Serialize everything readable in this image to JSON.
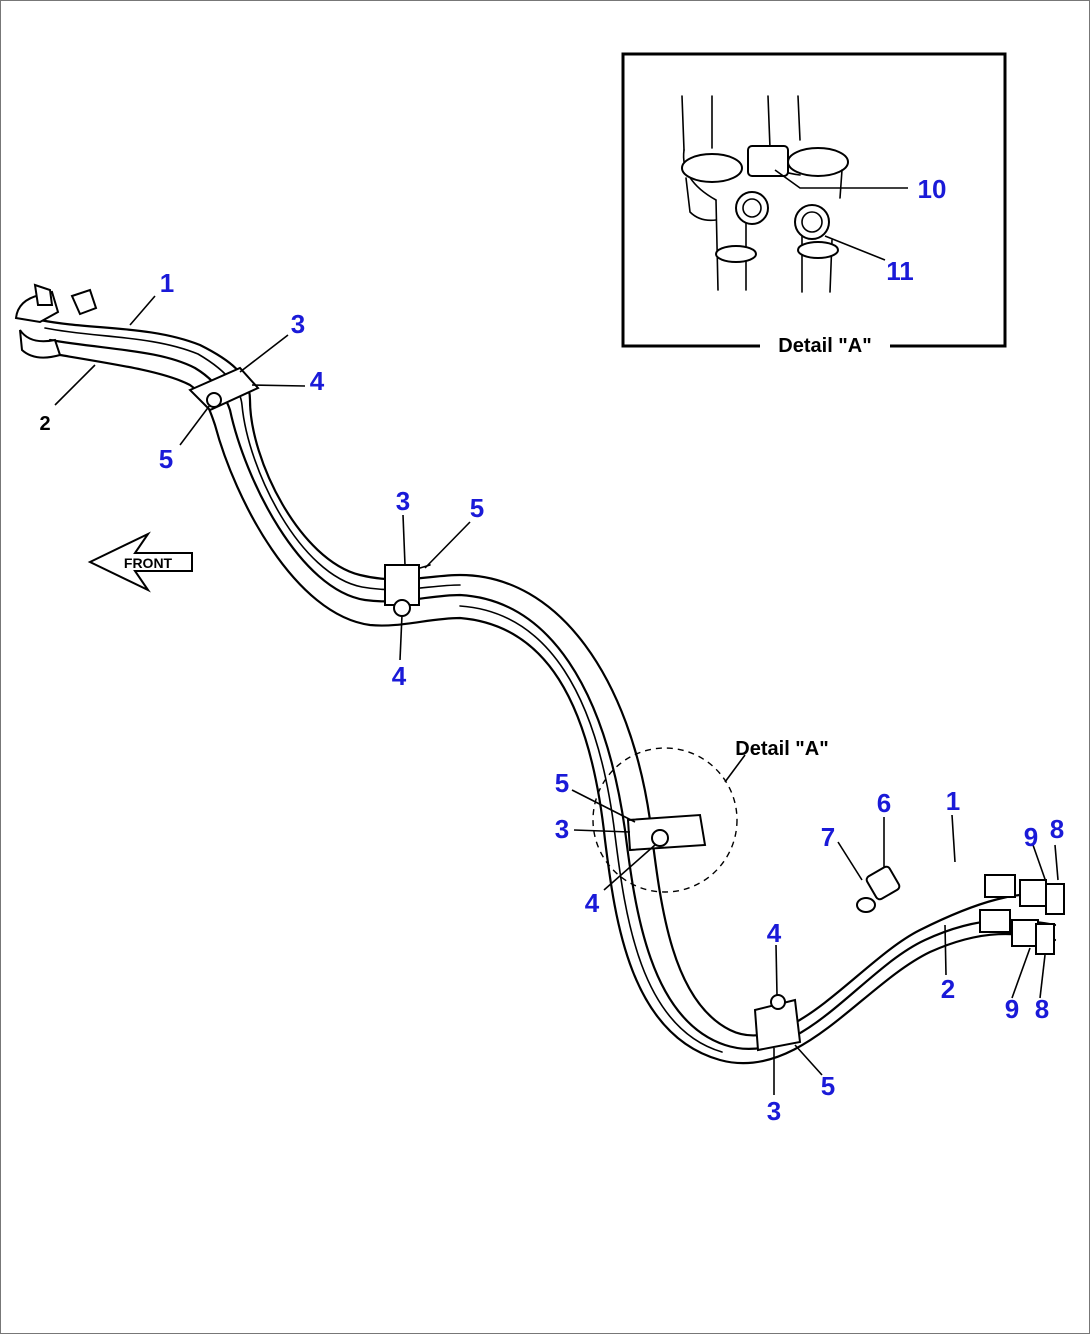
{
  "colors": {
    "callout": "#1a1ad8",
    "line": "#000000"
  },
  "detail_label": "Detail \"A\"",
  "detail_inset_label": "Detail \"A\"",
  "front_label": "FRONT",
  "callouts": {
    "c1a": "1",
    "c2a": "2",
    "c3a": "3",
    "c4a": "4",
    "c5a": "5",
    "c3b": "3",
    "c5b": "5",
    "c4b": "4",
    "c5c": "5",
    "c3c": "3",
    "c4c": "4",
    "c6": "6",
    "c7": "7",
    "c1b": "1",
    "c9a": "9",
    "c8a": "8",
    "c2b": "2",
    "c9b": "9",
    "c8b": "8",
    "c4d": "4",
    "c3d": "3",
    "c5d": "5",
    "c10": "10",
    "c11": "11"
  }
}
